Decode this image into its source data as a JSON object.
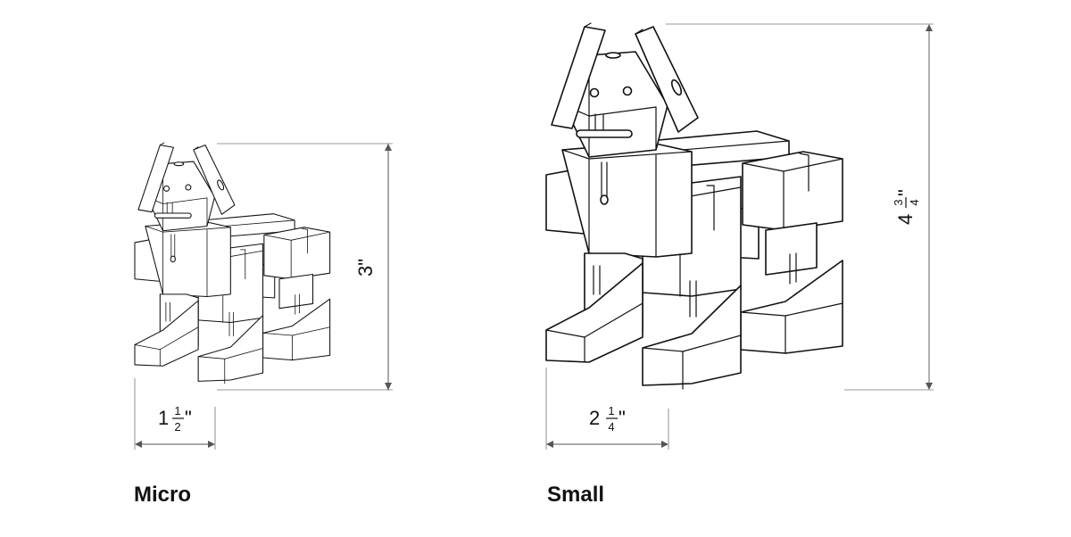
{
  "figures": [
    {
      "name": "Micro",
      "height_dim": {
        "value": "3\""
      },
      "width_dim": {
        "whole": "1",
        "numerator": "1",
        "denominator": "2",
        "unit": "\""
      }
    },
    {
      "name": "Small",
      "height_dim": {
        "whole": "4",
        "numerator": "3",
        "denominator": "4",
        "unit": "\""
      },
      "width_dim": {
        "whole": "2",
        "numerator": "1",
        "denominator": "4",
        "unit": "\""
      }
    }
  ],
  "colors": {
    "line": "#111111",
    "dimension": "#555555",
    "background": "#ffffff"
  }
}
